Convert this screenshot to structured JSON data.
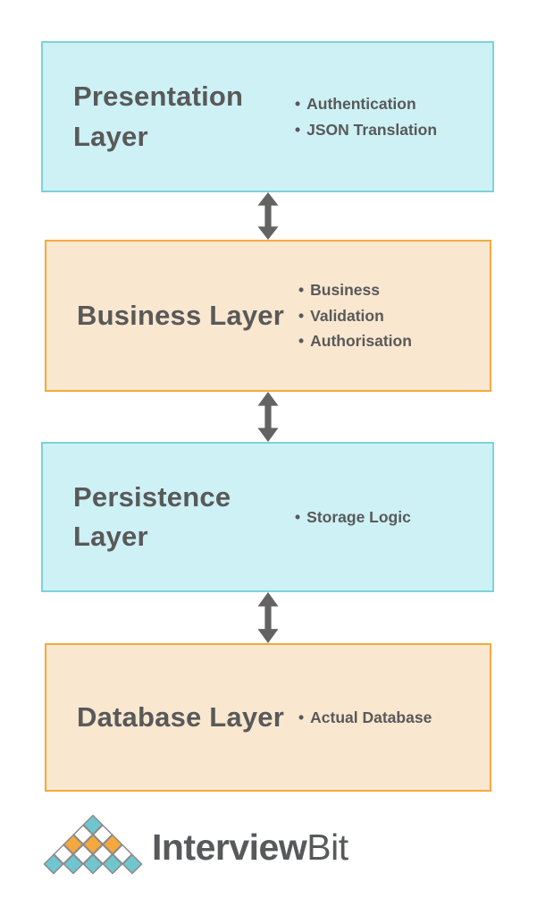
{
  "diagram": {
    "layers": [
      {
        "title": "Presentation Layer",
        "variant": "cyan",
        "bullets": [
          "Authentication",
          "JSON Translation"
        ]
      },
      {
        "title": "Business Layer",
        "variant": "orange",
        "bullets": [
          "Business",
          "Validation",
          "Authorisation"
        ]
      },
      {
        "title": "Persistence Layer",
        "variant": "cyan",
        "bullets": [
          "Storage Logic"
        ]
      },
      {
        "title": "Database Layer",
        "variant": "orange",
        "bullets": [
          "Actual Database"
        ]
      }
    ]
  },
  "logo": {
    "brand_bold": "Interview",
    "brand_light": "Bit",
    "pyramid_rows": [
      [
        "teal"
      ],
      [
        "white",
        "white"
      ],
      [
        "orange",
        "orange",
        "orange"
      ],
      [
        "white",
        "white",
        "white",
        "white"
      ],
      [
        "teal",
        "teal",
        "teal",
        "teal",
        "teal"
      ]
    ]
  },
  "colors": {
    "cyan_fill": "#cdf1f5",
    "cyan_border": "#7dd2dc",
    "orange_fill": "#f9e7d0",
    "orange_border": "#f6a93c",
    "heading_text": "#595959",
    "bullet_text": "#595959",
    "arrow": "#636363",
    "diamond_teal": "#6fc6ce",
    "diamond_orange": "#f5a83d",
    "diamond_white": "#ffffff",
    "diamond_stroke": "#8b8b8b",
    "brand_text": "#58595b"
  }
}
